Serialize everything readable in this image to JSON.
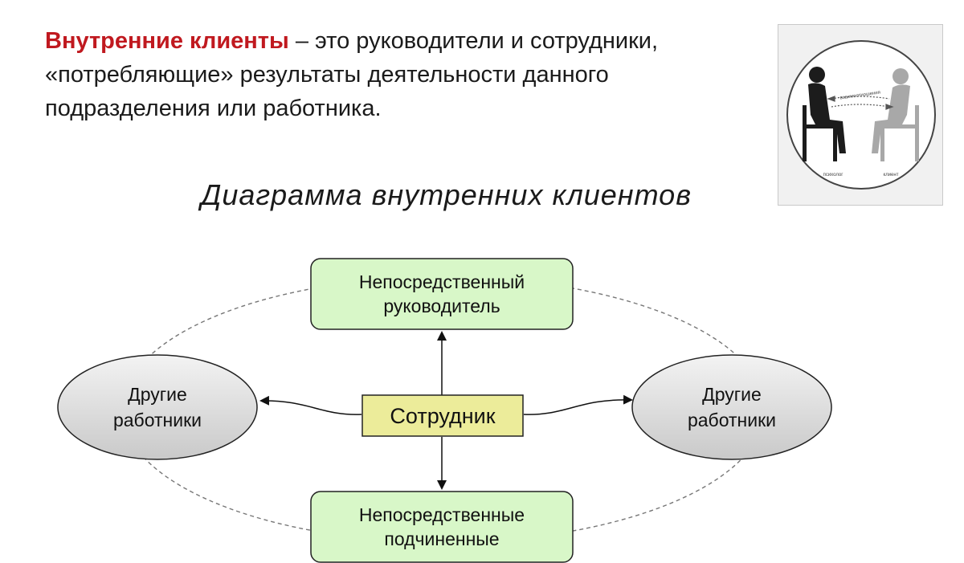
{
  "intro": {
    "term": "Внутренние клиенты",
    "text": " – это руководители и сотрудники, «потребляющие» результаты деятельности данного подразделения или работника."
  },
  "diagram": {
    "title": "Диаграмма внутренних клиентов",
    "center": "Сотрудник",
    "top": [
      "Непосредственный",
      "руководитель"
    ],
    "bottom": [
      "Непосредственные",
      "подчиненные"
    ],
    "left": [
      "Другие",
      "работники"
    ],
    "right": [
      "Другие",
      "работники"
    ]
  },
  "illustration": {
    "caption_center": "взаимоотношения",
    "caption_left": "психолог",
    "caption_right": "клиент"
  },
  "colors": {
    "term": "#c0191f",
    "box_fill": "#d8f7c8",
    "center_fill": "#ecec9a",
    "oval_fill": "#d9d9d9"
  }
}
